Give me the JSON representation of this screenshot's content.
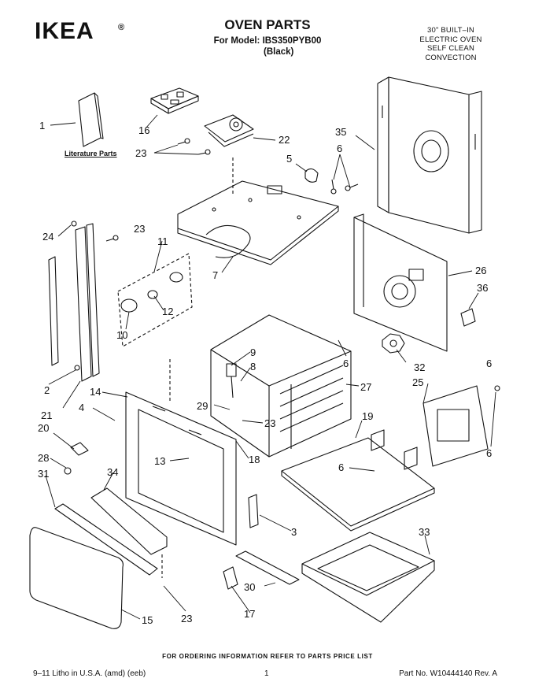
{
  "header": {
    "brand": "IKEA",
    "brand_mark": "®",
    "title": "OVEN PARTS",
    "model_line": "For Model: IBS350PYB00",
    "color_line": "(Black)",
    "product_description": [
      "30\" BUILT–IN",
      "ELECTRIC OVEN",
      "SELF CLEAN",
      "CONVECTION"
    ]
  },
  "literature_label": "Literature Parts",
  "callouts": [
    "1",
    "16",
    "22",
    "23",
    "5",
    "6",
    "35",
    "24",
    "23",
    "11",
    "7",
    "26",
    "36",
    "12",
    "10",
    "9",
    "6",
    "32",
    "6",
    "8",
    "2",
    "27",
    "25",
    "6",
    "14",
    "29",
    "23",
    "21",
    "4",
    "19",
    "20",
    "13",
    "18",
    "6",
    "28",
    "34",
    "31",
    "3",
    "33",
    "30",
    "17",
    "15",
    "23"
  ],
  "footer": {
    "ordering_note": "FOR ORDERING INFORMATION REFER TO PARTS PRICE LIST",
    "litho": "9–11 Litho in U.S.A. (amd) (eeb)",
    "page_number": "1",
    "part_number": "Part No. W10444140 Rev. A"
  }
}
